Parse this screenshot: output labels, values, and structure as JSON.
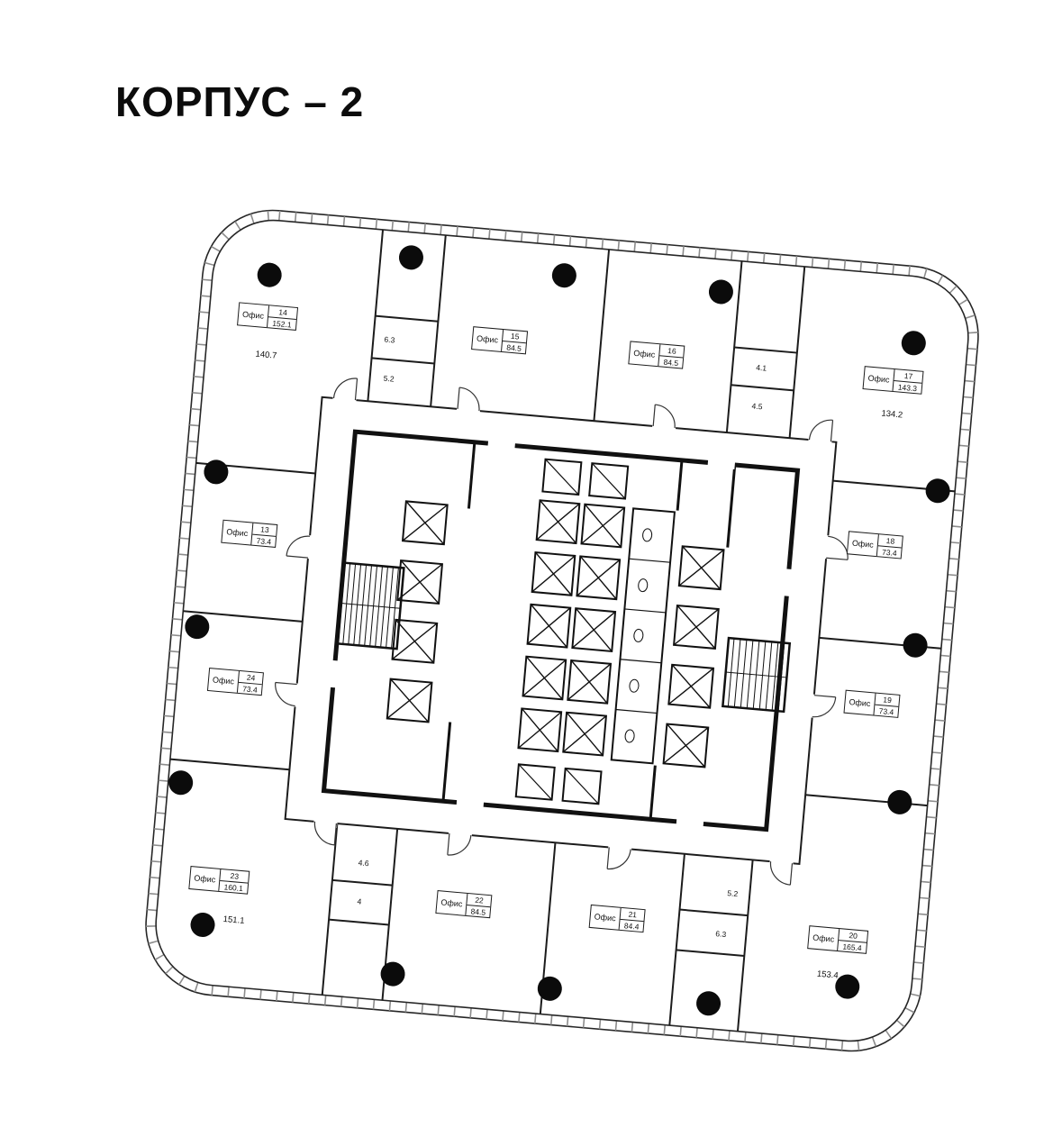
{
  "title": "КОРПУС – 2",
  "plan": {
    "rotation_deg": 5,
    "offices": [
      {
        "label": "Офис",
        "number": "14",
        "area": "152.1",
        "extra_area": "140.7"
      },
      {
        "label": "Офис",
        "number": "15",
        "area": "84.5"
      },
      {
        "label": "Офис",
        "number": "16",
        "area": "84.5"
      },
      {
        "label": "Офис",
        "number": "17",
        "area": "143.3",
        "extra_area": "134.2"
      },
      {
        "label": "Офис",
        "number": "13",
        "area": "73.4"
      },
      {
        "label": "Офис",
        "number": "18",
        "area": "73.4"
      },
      {
        "label": "Офис",
        "number": "24",
        "area": "73.4"
      },
      {
        "label": "Офис",
        "number": "19",
        "area": "73.4"
      },
      {
        "label": "Офис",
        "number": "23",
        "area": "160.1",
        "extra_area": "151.1"
      },
      {
        "label": "Офис",
        "number": "22",
        "area": "84.5"
      },
      {
        "label": "Офис",
        "number": "21",
        "area": "84.4"
      },
      {
        "label": "Офис",
        "number": "20",
        "area": "165.4",
        "extra_area": "153.4"
      }
    ],
    "small_rooms": [
      {
        "area": "6.3"
      },
      {
        "area": "5.2"
      },
      {
        "area": "4.1"
      },
      {
        "area": "4.5"
      },
      {
        "area": "4.6"
      },
      {
        "area": "4"
      },
      {
        "area": "5.2"
      },
      {
        "area": "6.3"
      }
    ],
    "ink_color": "#1c1c1c"
  }
}
